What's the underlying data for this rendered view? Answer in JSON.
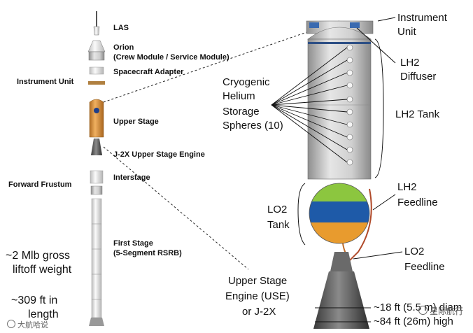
{
  "labels": {
    "las": "LAS",
    "orion_1": "Orion",
    "orion_2": "(Crew Module / Service Module)",
    "spacecraft_adapter": "Spacecraft Adapter",
    "instrument_unit_left": "Instrument Unit",
    "upper_stage": "Upper Stage",
    "j2x_engine": "J-2X Upper Stage Engine",
    "interstage": "Interstage",
    "forward_frustum": "Forward Frustum",
    "first_stage_1": "First Stage",
    "first_stage_2": "(5-Segment RSRB)",
    "gross_1": "~2 Mlb gross",
    "gross_2": "liftoff weight",
    "length_1": "~309 ft  in",
    "length_2": "length",
    "instrument_unit_right_1": "Instrument",
    "instrument_unit_right_2": "Unit",
    "lh2_diffuser_1": "LH2",
    "lh2_diffuser_2": "Diffuser",
    "cryo_1": "Cryogenic",
    "cryo_2": "Helium",
    "cryo_3": "Storage",
    "cryo_4": "Spheres (10)",
    "lh2_tank": "LH2 Tank",
    "lh2_feedline_1": "LH2",
    "lh2_feedline_2": "Feedline",
    "lo2_tank_1": "LO2",
    "lo2_tank_2": "Tank",
    "lo2_feedline_1": "LO2",
    "lo2_feedline_2": "Feedline",
    "use_1": "Upper Stage",
    "use_2": "Engine (USE)",
    "use_3": "or J-2X",
    "diam": "~18 ft (5.5 m) diam",
    "high": "~84 ft (26m) high"
  },
  "watermarks": {
    "bottom_left": "大航哈说",
    "bottom_right": "星际航行"
  },
  "colors": {
    "upper_stage_orange": "#d9903a",
    "lo2_green": "#8cc63f",
    "lo2_blue": "#1e5aa8",
    "lo2_orange": "#e89b2e",
    "tank_gray": "#c9c9c9"
  }
}
